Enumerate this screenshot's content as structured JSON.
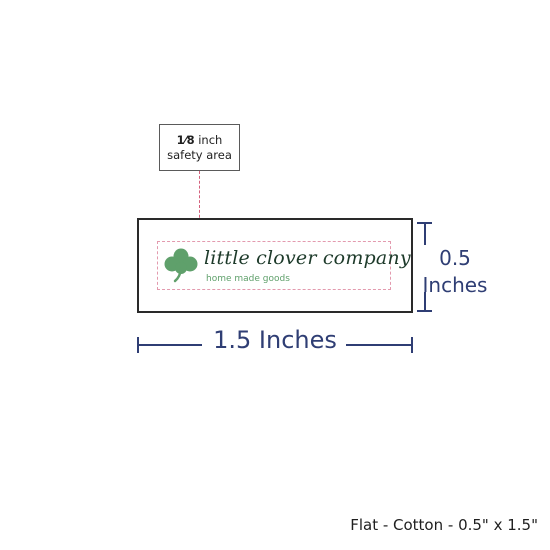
{
  "callout": {
    "fraction": "1⁄8",
    "line1_rest": " inch",
    "line2": "safety area"
  },
  "label": {
    "brand": "little clover company",
    "tagline": "home made goods",
    "logo_icon": "clover-icon",
    "logo_color": "#5fa06b"
  },
  "dimensions": {
    "width": "1.5 Inches",
    "height_value": "0.5",
    "height_unit": "Inches",
    "color": "#2f3e74"
  },
  "caption": "Flat - Cotton - 0.5\" x 1.5\""
}
